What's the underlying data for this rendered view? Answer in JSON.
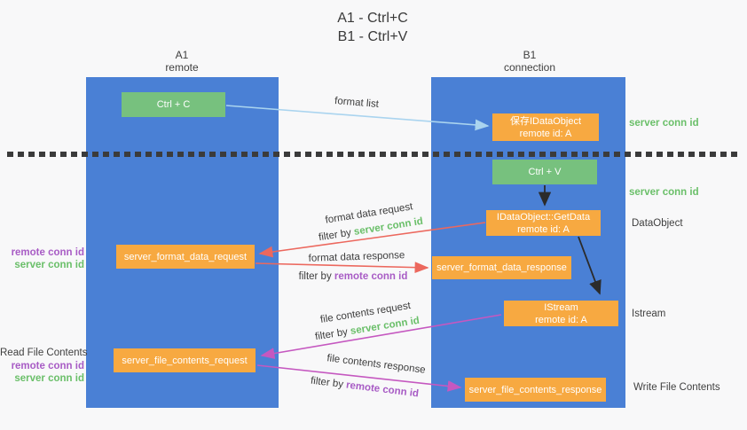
{
  "title": {
    "line1": "A1 - Ctrl+C",
    "line2": "B1 - Ctrl+V"
  },
  "columns": {
    "a1": {
      "name": "A1",
      "subtitle": "remote"
    },
    "b1": {
      "name": "B1",
      "subtitle": "connection"
    }
  },
  "nodes": {
    "ctrl_c": "Ctrl + C",
    "ctrl_v": "Ctrl + V",
    "save_dataobject": {
      "line1": "保存IDataObject",
      "line2": "remote id: A"
    },
    "getdata": {
      "line1": "IDataObject::GetData",
      "line2": "remote id: A"
    },
    "istream": {
      "line1": "IStream",
      "line2": "remote id: A"
    },
    "format_request": "server_format_data_request",
    "format_response": "server_format_data_response",
    "file_request": "server_file_contents_request",
    "file_response": "server_file_contents_response"
  },
  "edge_labels": {
    "format_list": "format list",
    "format_data_request": "format data request",
    "format_data_response": "format data response",
    "file_contents_request": "file contents request",
    "file_contents_response": "file contents response",
    "filter_by": "filter by",
    "server_conn_id": "server conn id",
    "remote_conn_id": "remote conn id"
  },
  "side_labels": {
    "left_remote_conn_id": "remote conn id",
    "left_server_conn_id": "server conn id",
    "read_file_contents": "Read File Contents",
    "read_remote_conn_id": "remote conn id",
    "read_server_conn_id": "server conn id",
    "right_server_conn_id_top": "server conn id",
    "right_server_conn_id_mid": "server conn id",
    "dataobject": "DataObject",
    "istream": "Istream",
    "write_file_contents": "Write File Contents"
  },
  "colors": {
    "lane_blue": "#4a80d5",
    "node_green": "#77c17e",
    "node_orange": "#f7a941",
    "arrow_light_blue": "#aad4ef",
    "arrow_black": "#2b2b2b",
    "arrow_red": "#ec685e",
    "arrow_magenta": "#c558c0",
    "label_green": "#6abf69",
    "label_purple": "#a85cc5",
    "background": "#f8f8f9"
  }
}
